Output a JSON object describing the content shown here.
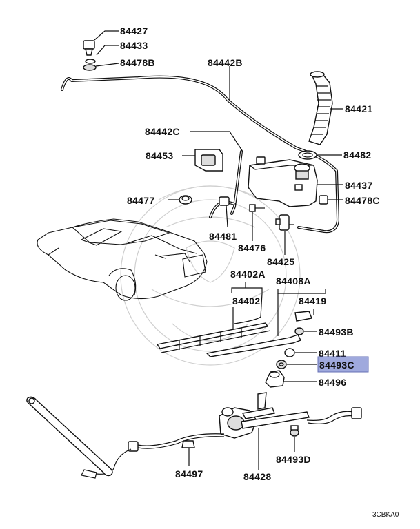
{
  "parts": {
    "p84427": "84427",
    "p84433": "84433",
    "p84478B": "84478B",
    "p84442B": "84442B",
    "p84421": "84421",
    "p84442C": "84442C",
    "p84453": "84453",
    "p84482": "84482",
    "p84437": "84437",
    "p84477": "84477",
    "p84478C": "84478C",
    "p84481": "84481",
    "p84476": "84476",
    "p84425": "84425",
    "p84402A": "84402A",
    "p84408A": "84408A",
    "p84402": "84402",
    "p84419": "84419",
    "p84493B": "84493B",
    "p84411": "84411",
    "p84493C": "84493C",
    "p84496": "84496",
    "p84497": "84497",
    "p84428": "84428",
    "p84493D": "84493D"
  },
  "highlighted_part": "84493C",
  "highlight_color": "#8f9bd8",
  "diagram_code": "3CBKA0"
}
